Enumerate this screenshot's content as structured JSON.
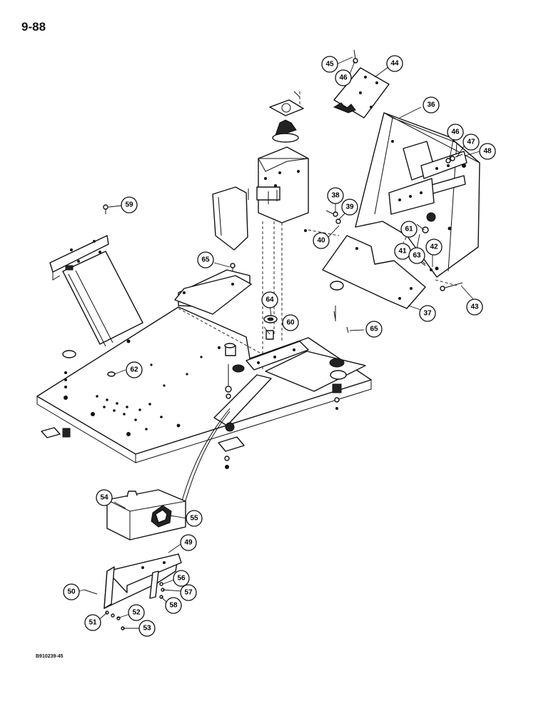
{
  "page": {
    "number": "9-88",
    "figure_code": "B910239-45"
  },
  "callouts": [
    {
      "id": "c36",
      "label": "36"
    },
    {
      "id": "c37",
      "label": "37"
    },
    {
      "id": "c38",
      "label": "38"
    },
    {
      "id": "c39",
      "label": "39"
    },
    {
      "id": "c40",
      "label": "40"
    },
    {
      "id": "c41",
      "label": "41"
    },
    {
      "id": "c42",
      "label": "42"
    },
    {
      "id": "c43",
      "label": "43"
    },
    {
      "id": "c44",
      "label": "44"
    },
    {
      "id": "c45",
      "label": "45"
    },
    {
      "id": "c46a",
      "label": "46"
    },
    {
      "id": "c46b",
      "label": "46"
    },
    {
      "id": "c47",
      "label": "47"
    },
    {
      "id": "c48",
      "label": "48"
    },
    {
      "id": "c49",
      "label": "49"
    },
    {
      "id": "c50",
      "label": "50"
    },
    {
      "id": "c51",
      "label": "51"
    },
    {
      "id": "c52",
      "label": "52"
    },
    {
      "id": "c53",
      "label": "53"
    },
    {
      "id": "c54",
      "label": "54"
    },
    {
      "id": "c55",
      "label": "55"
    },
    {
      "id": "c56",
      "label": "56"
    },
    {
      "id": "c57",
      "label": "57"
    },
    {
      "id": "c58",
      "label": "58"
    },
    {
      "id": "c59",
      "label": "59"
    },
    {
      "id": "c60",
      "label": "60"
    },
    {
      "id": "c61",
      "label": "61"
    },
    {
      "id": "c62",
      "label": "62"
    },
    {
      "id": "c63",
      "label": "63"
    },
    {
      "id": "c64",
      "label": "64"
    },
    {
      "id": "c65a",
      "label": "65"
    },
    {
      "id": "c65b",
      "label": "65"
    }
  ]
}
